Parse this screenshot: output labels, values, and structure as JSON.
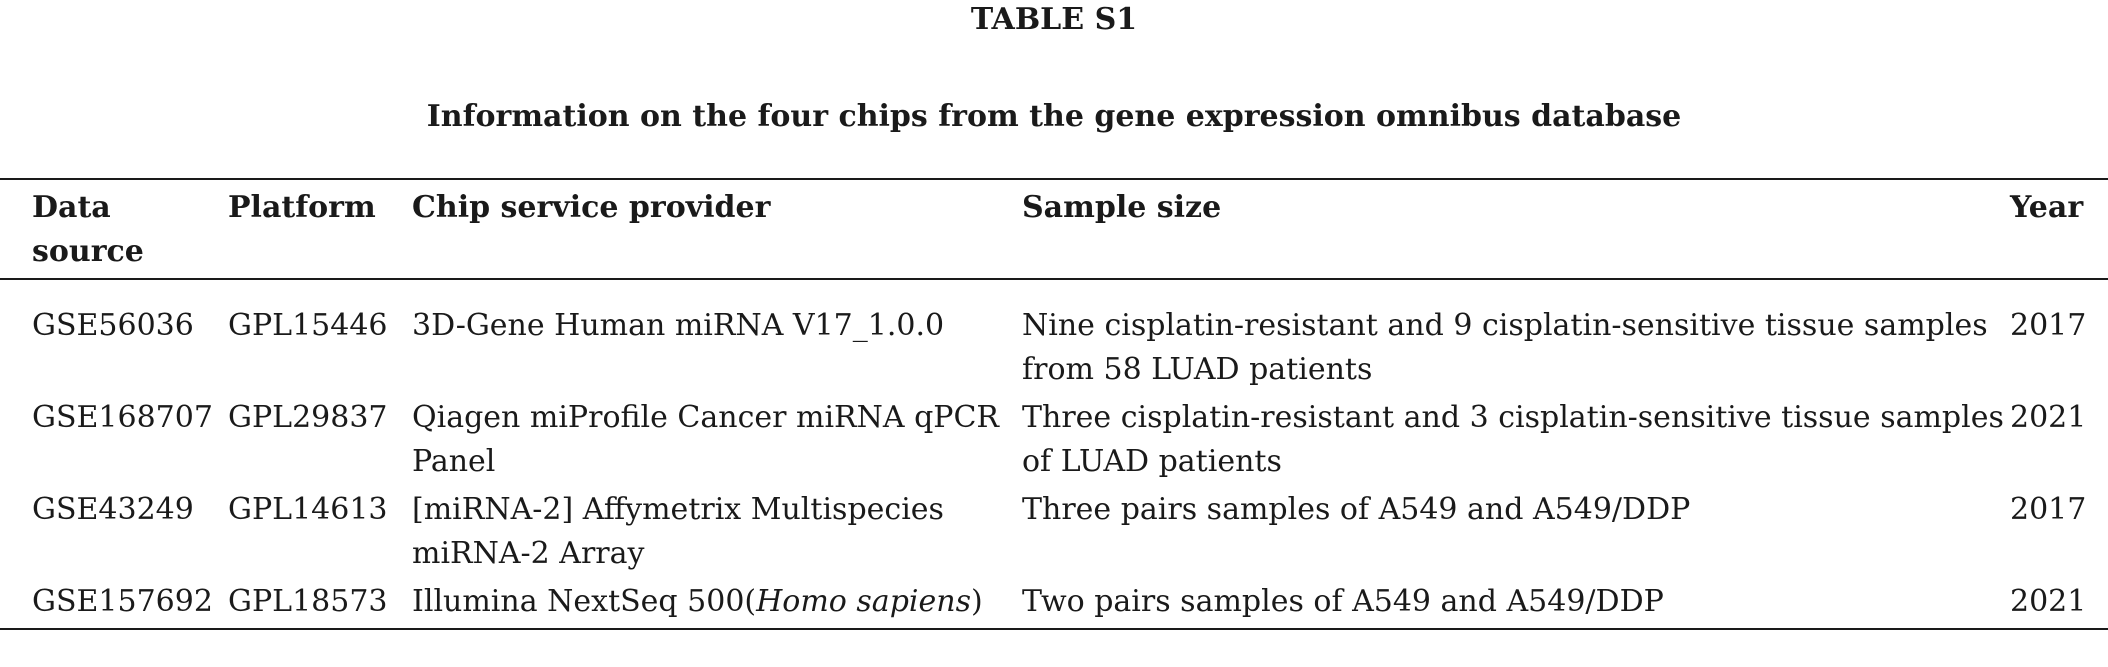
{
  "table_label": "TABLE S1",
  "caption": "Information on the four chips from the gene expression omnibus database",
  "columns": [
    "Data source",
    "Platform",
    "Chip service provider",
    "Sample size",
    "Year"
  ],
  "rows": [
    {
      "data_source": "GSE56036",
      "platform": "GPL15446",
      "chip_provider": "3D-Gene Human miRNA V17_1.0.0",
      "sample_size": "Nine cisplatin-resistant and 9 cisplatin-sensitive tissue samples from 58 LUAD patients",
      "year": "2017"
    },
    {
      "data_source": "GSE168707",
      "platform": "GPL29837",
      "chip_provider": "Qiagen miProfile Cancer miRNA qPCR Panel",
      "sample_size": "Three cisplatin-resistant and 3 cisplatin-sensitive tissue samples of LUAD patients",
      "year": "2021"
    },
    {
      "data_source": "GSE43249",
      "platform": "GPL14613",
      "chip_provider": "[miRNA-2] Affymetrix Multispecies miRNA-2 Array",
      "sample_size": "Three pairs samples of A549 and A549/DDP",
      "year": "2017"
    },
    {
      "data_source": "GSE157692",
      "platform": "GPL18573",
      "chip_provider_prefix": "Illumina NextSeq 500(",
      "chip_provider_italic": "Homo sapiens",
      "chip_provider_suffix": ")",
      "sample_size": "Two pairs samples of A549 and A549/DDP",
      "year": "2021"
    }
  ]
}
